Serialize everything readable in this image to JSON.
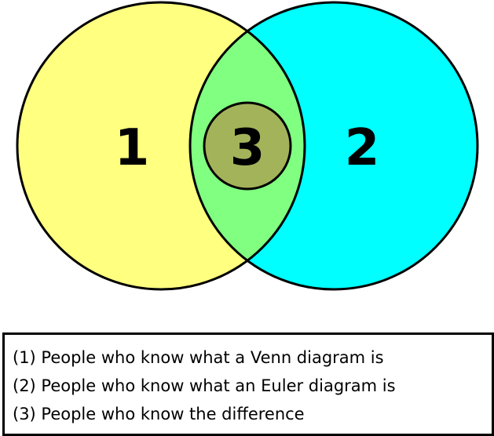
{
  "diagram": {
    "regions": [
      {
        "id": "set-1",
        "label": "1",
        "color": "#ffff80"
      },
      {
        "id": "set-2",
        "label": "2",
        "color": "#00ffff"
      },
      {
        "id": "overlap",
        "label": "",
        "color": "#80ff80"
      },
      {
        "id": "set-3",
        "label": "3",
        "color": "#a3b35a"
      }
    ],
    "stroke_color": "#000000"
  },
  "legend": {
    "items": [
      "(1) People who know what a Venn diagram is",
      "(2) People who know what an Euler diagram is",
      "(3) People who know the difference"
    ]
  }
}
